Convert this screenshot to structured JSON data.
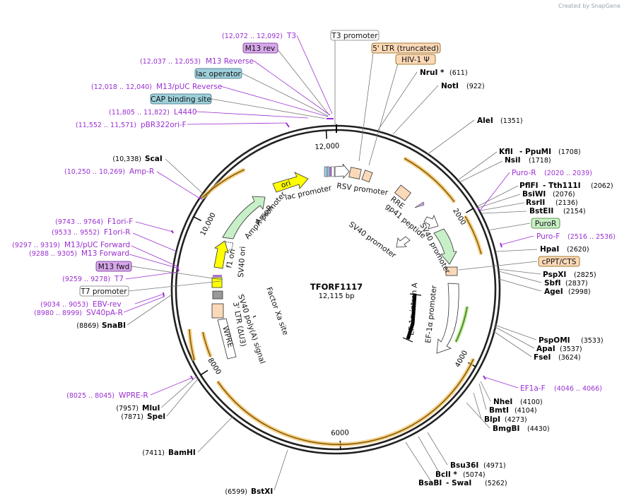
{
  "watermark": "Created by SnapGene",
  "plasmid": {
    "name": "TFORF1117",
    "size_label": "12,115 bp",
    "length": 12115
  },
  "ticks": [
    {
      "pos": 0,
      "label": ""
    },
    {
      "pos": 2000,
      "label": "2000"
    },
    {
      "pos": 4000,
      "label": "4000"
    },
    {
      "pos": 6000,
      "label": "6000"
    },
    {
      "pos": 8000,
      "label": "8000"
    },
    {
      "pos": 10000,
      "label": "10,000"
    },
    {
      "pos": 12000,
      "label": "12,000"
    }
  ],
  "boxed_labels": [
    {
      "text": "T3 promoter",
      "style": "white"
    },
    {
      "text": "5' LTR (truncated)",
      "style": "peach"
    },
    {
      "text": "HIV-1 Ψ",
      "style": "peach"
    },
    {
      "text": "M13 rev",
      "style": "purple"
    },
    {
      "text": "lac operator",
      "style": "teal"
    },
    {
      "text": "CAP binding site",
      "style": "teal"
    },
    {
      "text": "PuroR",
      "style": "green"
    },
    {
      "text": "cPPT/CTS",
      "style": "peach"
    },
    {
      "text": "M13 fwd",
      "style": "purple"
    },
    {
      "text": "T7 promoter",
      "style": "white"
    }
  ],
  "primers": [
    {
      "range": "(12,072 .. 12,092)",
      "name": "T3"
    },
    {
      "range": "(12,037 .. 12,053)",
      "name": "M13 Reverse"
    },
    {
      "range": "(12,018 .. 12,040)",
      "name": "M13/pUC Reverse"
    },
    {
      "range": "(11,805 .. 11,822)",
      "name": "L4440"
    },
    {
      "range": "(11,552 .. 11,571)",
      "name": "pBR322ori-F"
    },
    {
      "range": "(10,250 .. 10,269)",
      "name": "Amp-R"
    },
    {
      "range": "(9743 .. 9764)",
      "name": "F1ori-F"
    },
    {
      "range": "(9533 .. 9552)",
      "name": "F1ori-R"
    },
    {
      "range": "(9297 .. 9319)",
      "name": "M13/pUC Forward"
    },
    {
      "range": "(9288 .. 9305)",
      "name": "M13 Forward"
    },
    {
      "range": "(9259 .. 9278)",
      "name": "T7"
    },
    {
      "range": "(9034 .. 9053)",
      "name": "EBV-rev"
    },
    {
      "range": "(8980 .. 8999)",
      "name": "SV40pA-R"
    },
    {
      "range": "(8025 .. 8045)",
      "name": "WPRE-R"
    },
    {
      "range": "(2020 .. 2039)",
      "name": "Puro-R"
    },
    {
      "range": "(2516 .. 2536)",
      "name": "Puro-F"
    },
    {
      "range": "(4046 .. 4066)",
      "name": "EF1a-F"
    }
  ],
  "enzymes_right": [
    {
      "name": "NruI *",
      "pos": "(611)"
    },
    {
      "name": "NotI",
      "pos": "(922)"
    },
    {
      "name": "AleI",
      "pos": "(1351)"
    },
    {
      "name": "KflI",
      "name2": "PpuMI",
      "pos": "(1708)"
    },
    {
      "name": "NsiI",
      "pos": "(1718)"
    },
    {
      "name": "PflFI",
      "name2": "Tth111I",
      "pos": "(2062)"
    },
    {
      "name": "BsiWI",
      "pos": "(2076)"
    },
    {
      "name": "RsrII",
      "pos": "(2136)"
    },
    {
      "name": "BstEII",
      "pos": "(2154)"
    },
    {
      "name": "HpaI",
      "pos": "(2620)"
    },
    {
      "name": "PspXI",
      "pos": "(2825)"
    },
    {
      "name": "SbfI",
      "pos": "(2837)"
    },
    {
      "name": "AgeI",
      "pos": "(2998)"
    },
    {
      "name": "PspOMI",
      "pos": "(3533)"
    },
    {
      "name": "ApaI",
      "pos": "(3537)"
    },
    {
      "name": "FseI",
      "pos": "(3624)"
    },
    {
      "name": "NheI",
      "pos": "(4100)"
    },
    {
      "name": "BmtI",
      "pos": "(4104)"
    },
    {
      "name": "BlpI",
      "pos": "(4273)"
    },
    {
      "name": "BmgBI",
      "pos": "(4430)"
    },
    {
      "name": "Bsu36I",
      "pos": "(4971)"
    },
    {
      "name": "BclI *",
      "pos": "(5074)"
    },
    {
      "name": "BsaBI",
      "name2": "SwaI",
      "pos": "(5262)"
    }
  ],
  "enzymes_left": [
    {
      "name": "ScaI",
      "pos": "(10,338)"
    },
    {
      "name": "SnaBI",
      "pos": "(8869)"
    },
    {
      "name": "MluI",
      "pos": "(7957)"
    },
    {
      "name": "SpeI",
      "pos": "(7871)"
    },
    {
      "name": "BamHI",
      "pos": "(7411)"
    },
    {
      "name": "BstXI",
      "pos": "(6599)"
    }
  ],
  "feature_labels": {
    "ori": "ori",
    "lac_promoter": "lac promoter",
    "rsv_promoter": "RSV promoter",
    "rre": "RRE",
    "gp41": "gp41 peptide",
    "sv40_promoter_a": "SV40 promoter",
    "sv40_promoter_b": "SV40 promoter",
    "ampr": "AmpR",
    "ampr_promoter": "AmpR promoter",
    "f1_ori": "f1 ori",
    "sv40_ori": "SV40 ori",
    "factor_xa": "Factor Xa site",
    "ltr3": "3' LTR (ΔU3)",
    "sv40_polya": "SV40 poly(A) signal",
    "wpre": "WPRE",
    "ef1a_intron": "EF-1α intron A",
    "ef1a_promoter": "EF-1α promoter"
  },
  "colors": {
    "primer": "#9a2fd1",
    "orange_arc": "#f0c060",
    "orange_stroke": "#8a5a00",
    "ampr_fill": "#c8f0c8",
    "ori_fill": "#ffff00",
    "peach": "#fbd9b8",
    "teal": "#9ed0dc",
    "purple_box": "#d7a8ec",
    "green_box": "#c8f0c8"
  }
}
